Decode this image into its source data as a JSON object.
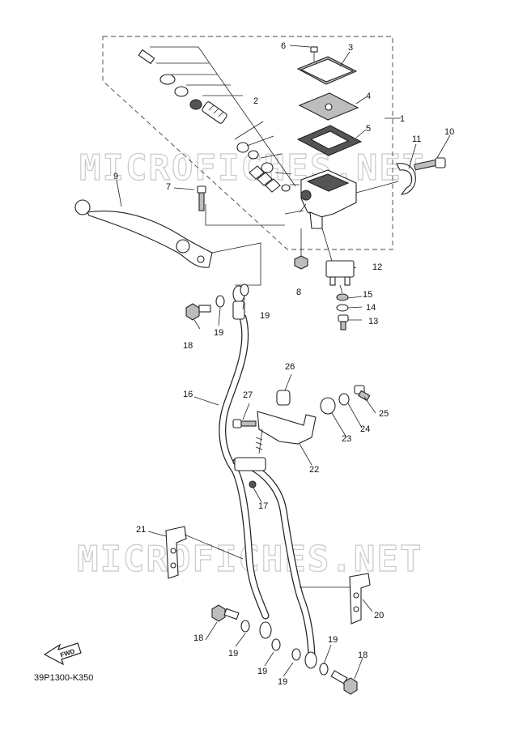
{
  "watermark": "MICROFICHES.NET",
  "diagram_code": "39P1300-K350",
  "fwd_label": "FWD",
  "callouts": {
    "c1": "1",
    "c2": "2",
    "c3": "3",
    "c4": "4",
    "c5": "5",
    "c6": "6",
    "c7": "7",
    "c8": "8",
    "c9": "9",
    "c10": "10",
    "c11": "11",
    "c12": "12",
    "c13": "13",
    "c14": "14",
    "c15": "15",
    "c16": "16",
    "c17": "17",
    "c18a": "18",
    "c18b": "18",
    "c18c": "18",
    "c19a": "19",
    "c19b": "19",
    "c19c": "19",
    "c19d": "19",
    "c19e": "19",
    "c19f": "19",
    "c20": "20",
    "c21": "21",
    "c22": "22",
    "c23": "23",
    "c24": "24",
    "c25": "25",
    "c26": "26",
    "c27": "27"
  }
}
